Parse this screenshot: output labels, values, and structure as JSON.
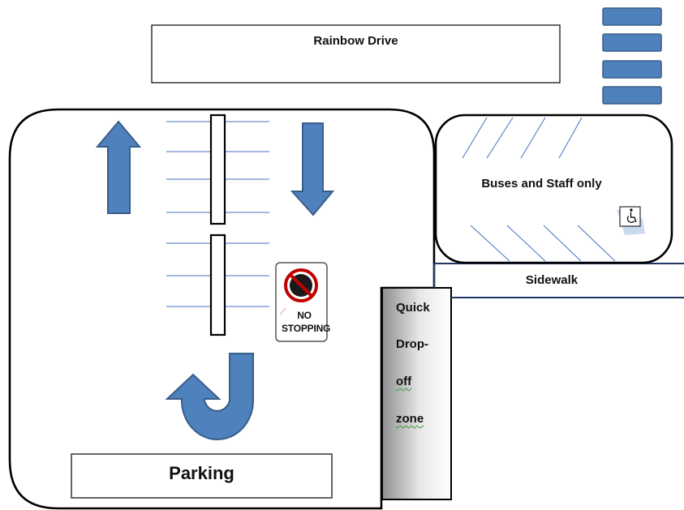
{
  "road": {
    "label": "Rainbow Drive"
  },
  "bus_area": {
    "label": "Buses and Staff only",
    "icon": "wheelchair-accessible-icon"
  },
  "sidewalk": {
    "label": "Sidewalk"
  },
  "dropoff": {
    "line1": "Quick",
    "line2": "Drop-",
    "line3": "off",
    "line4": "zone"
  },
  "sign": {
    "line1": "NO",
    "line2": "STOPPING",
    "icon": "no-stopping-icon"
  },
  "parking": {
    "label": "Parking"
  },
  "colors": {
    "arrow": "#4f81bd",
    "arrow_border": "#385d8a",
    "line": "#4472c4",
    "outline": "#000000"
  }
}
